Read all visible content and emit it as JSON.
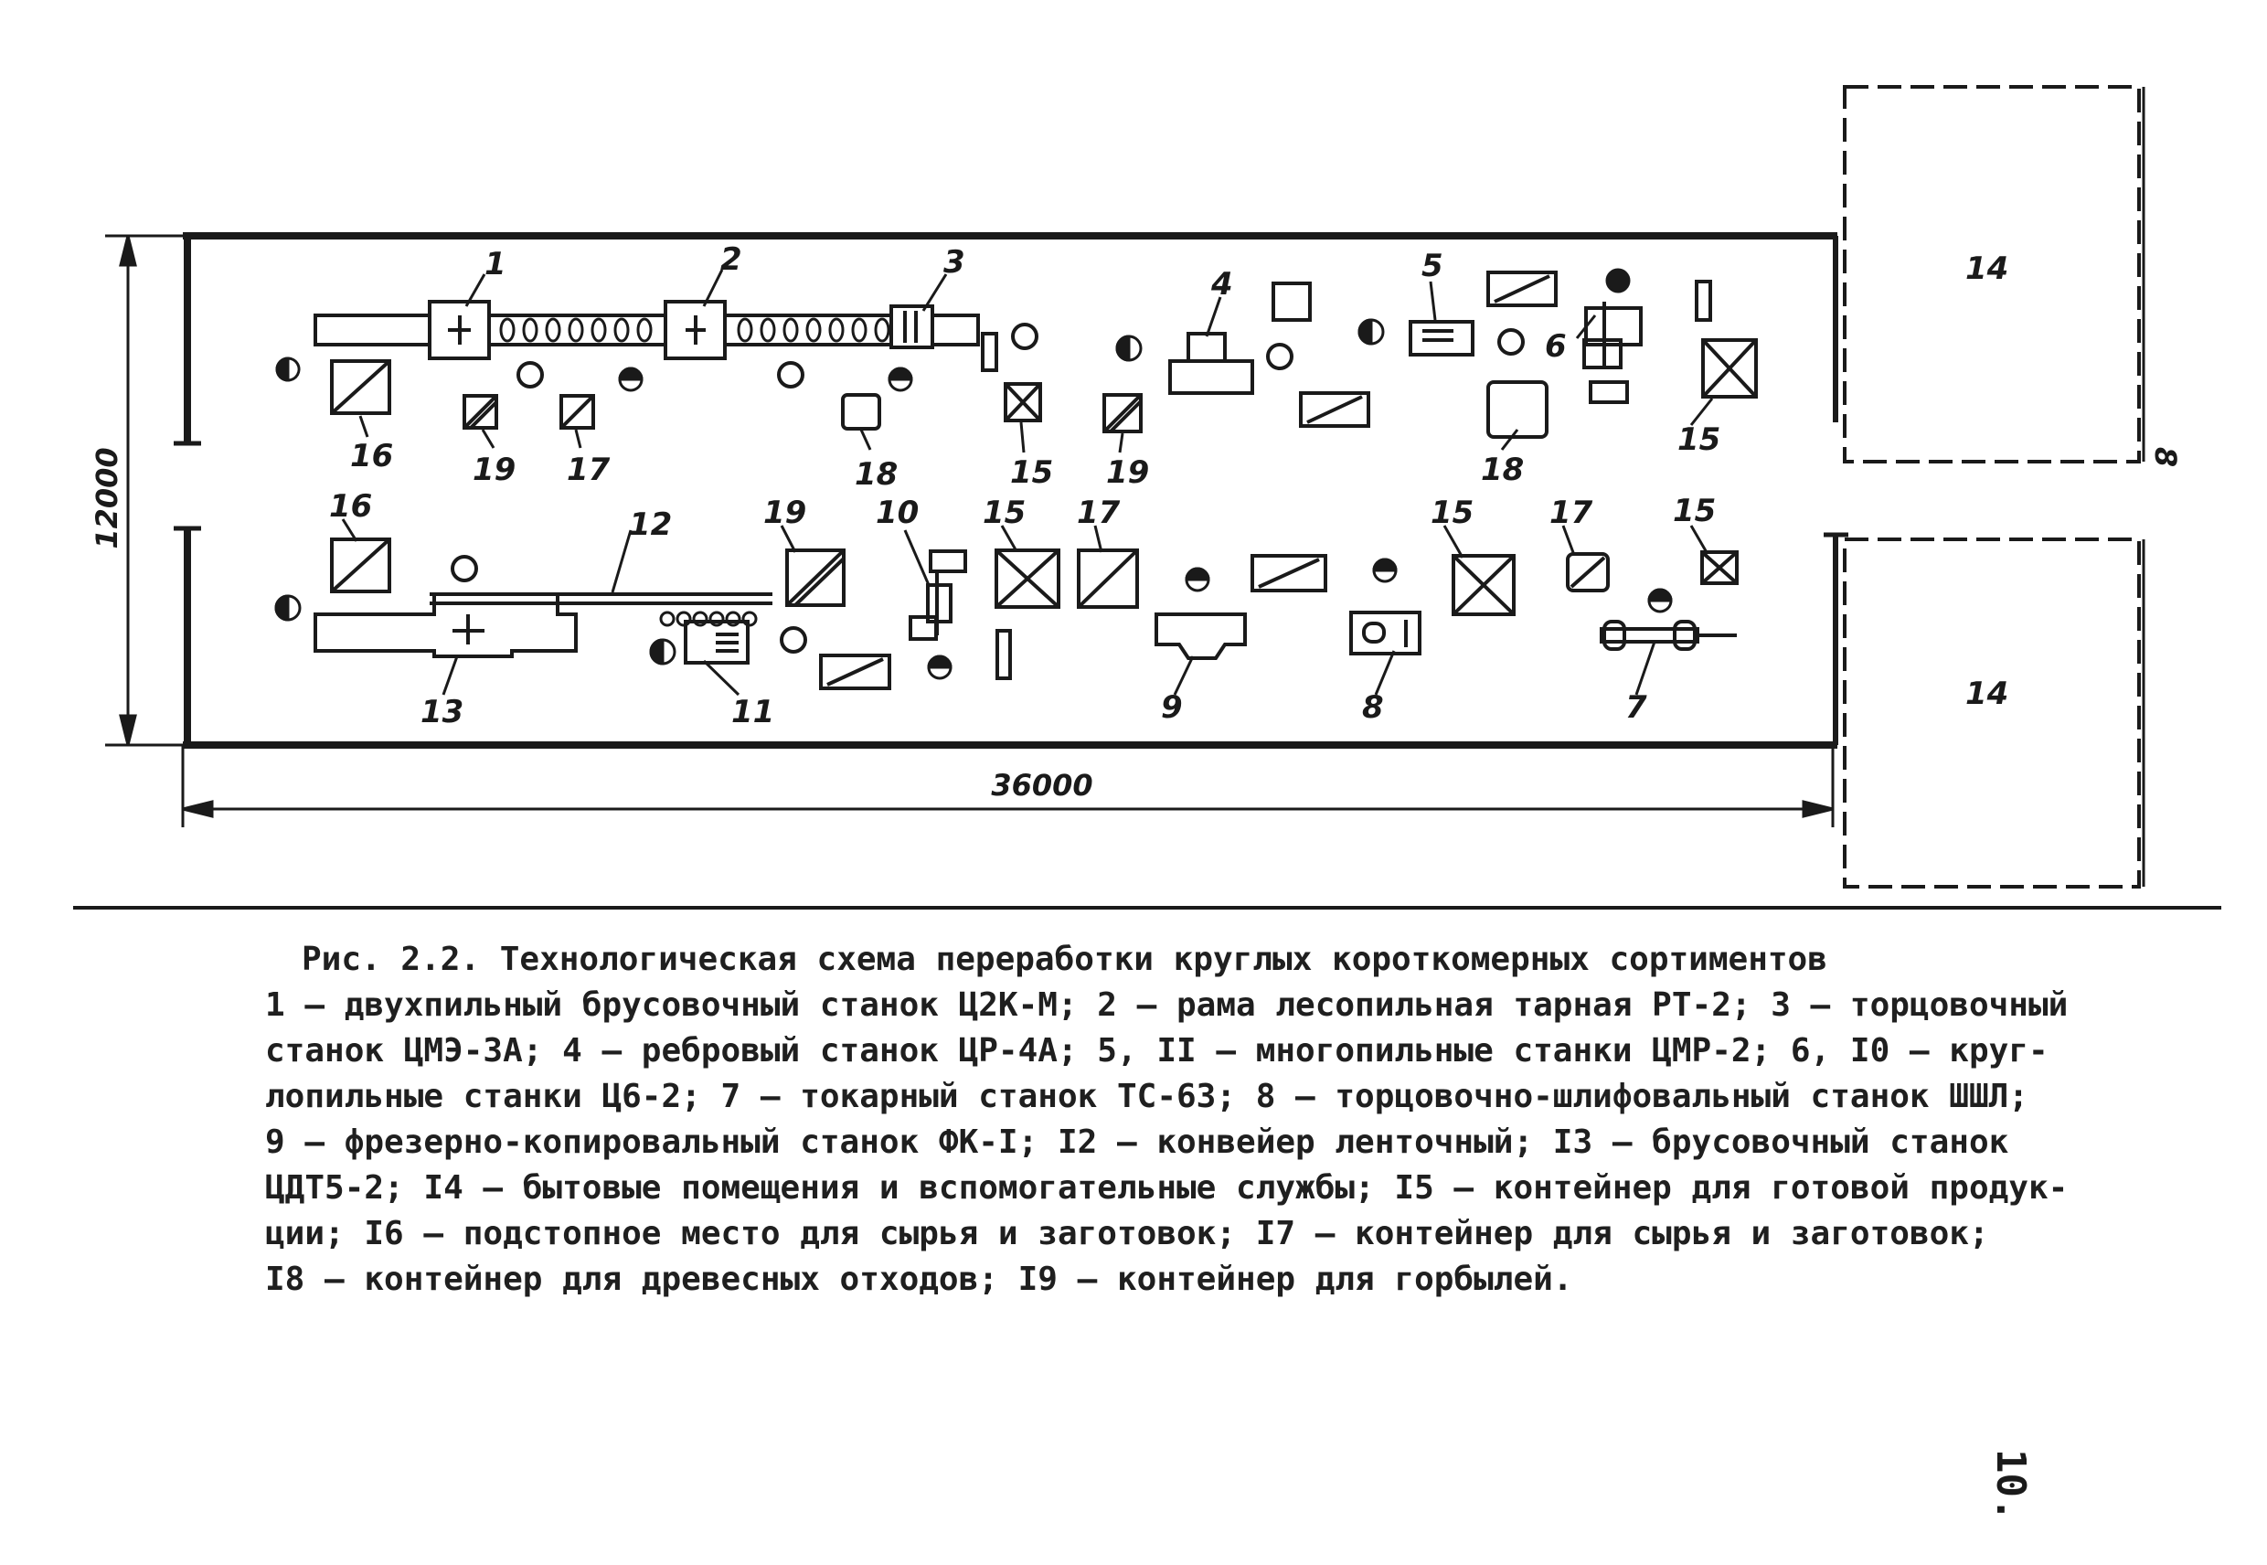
{
  "diagram": {
    "dimension_length": "36000",
    "dimension_width": "12000",
    "dimension_side": "8",
    "labels": {
      "n1": "1",
      "n2": "2",
      "n3": "3",
      "n4": "4",
      "n5": "5",
      "n6": "6",
      "n7": "7",
      "n8": "8",
      "n9": "9",
      "n10": "10",
      "n11": "11",
      "n12": "12",
      "n13": "13",
      "n14": "14",
      "n15": "15",
      "n16": "16",
      "n17": "17",
      "n18": "18",
      "n19": "19"
    }
  },
  "caption": {
    "title": "Рис. 2.2. Технологическая схема переработки круглых короткомерных сортиментов",
    "lines": [
      "1 – двухпильный брусовочный станок Ц2К-М; 2 – рама лесопильная тарная РТ-2; 3 – торцовочный",
      "станок ЦМЭ-3А; 4 – ребровый станок ЦР-4А; 5, II – многопильные станки ЦМР-2; 6, I0 – круг-",
      "лопильные станки Ц6-2; 7 – токарный станок ТС-63; 8 – торцовочно-шлифовальный станок ШШЛ;",
      "9 – фрезерно-копировальный станок ФК-I; I2 – конвейер ленточный; I3 – брусовочный станок",
      "ЦДТ5-2; I4 – бытовые помещения и вспомогательные службы; I5 – контейнер для готовой продук-",
      "ции; I6 – подстопное место для сырья и заготовок; I7 – контейнер для сырья и заготовок;",
      "I8 – контейнер для древесных отходов; I9 – контейнер для горбылей."
    ]
  },
  "page_number": "10."
}
